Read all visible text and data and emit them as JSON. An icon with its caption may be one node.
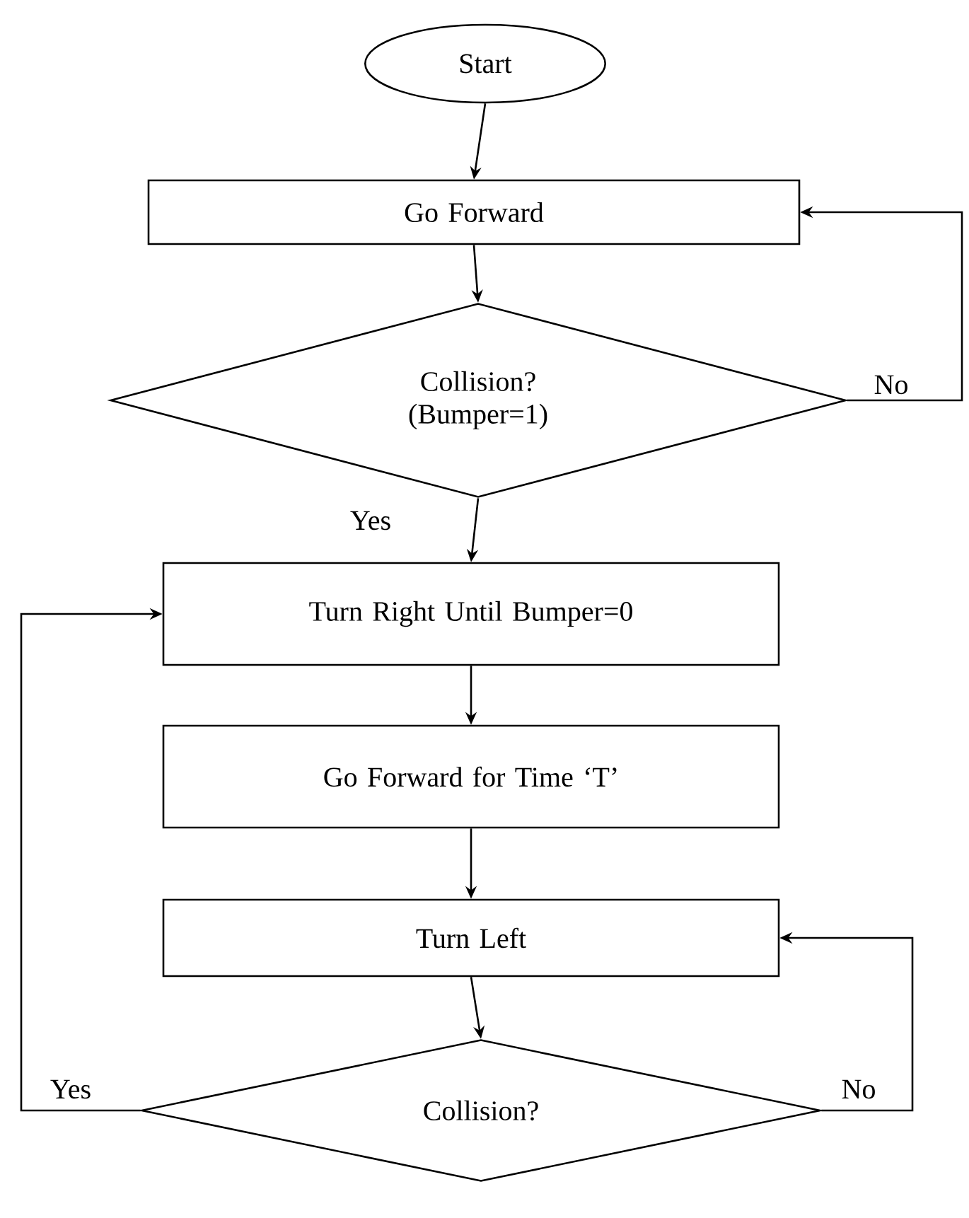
{
  "diagram": {
    "nodes": [
      {
        "text": [
          "Start"
        ]
      },
      {
        "text": [
          "Go Forward"
        ]
      },
      {
        "text": [
          "Collision? (Bumper=1)"
        ]
      },
      {
        "text": [
          "Turn Right Until Bumper=0"
        ]
      },
      {
        "text": [
          "Go Forward for Time ‘T’"
        ]
      },
      {
        "text": [
          "Turn Left"
        ]
      },
      {
        "text": [
          "Collision?"
        ]
      }
    ],
    "edges": [
      {
        "from": 0,
        "to": 1,
        "arrow": "to"
      },
      {
        "from": 1,
        "to": 2,
        "arrow": "to"
      },
      {
        "from": 2,
        "to": 3,
        "arrow": "to",
        "label": "Yes"
      },
      {
        "from": 2,
        "to": 1,
        "arrow": "to",
        "label": "No"
      },
      {
        "from": 3,
        "to": 4,
        "arrow": "to"
      },
      {
        "from": 4,
        "to": 5,
        "arrow": "to"
      },
      {
        "from": 5,
        "to": 6,
        "arrow": "to"
      },
      {
        "from": 6,
        "to": 3,
        "arrow": "to",
        "label": "Yes"
      },
      {
        "from": 6,
        "to": 5,
        "arrow": "to",
        "label": "No"
      }
    ]
  }
}
